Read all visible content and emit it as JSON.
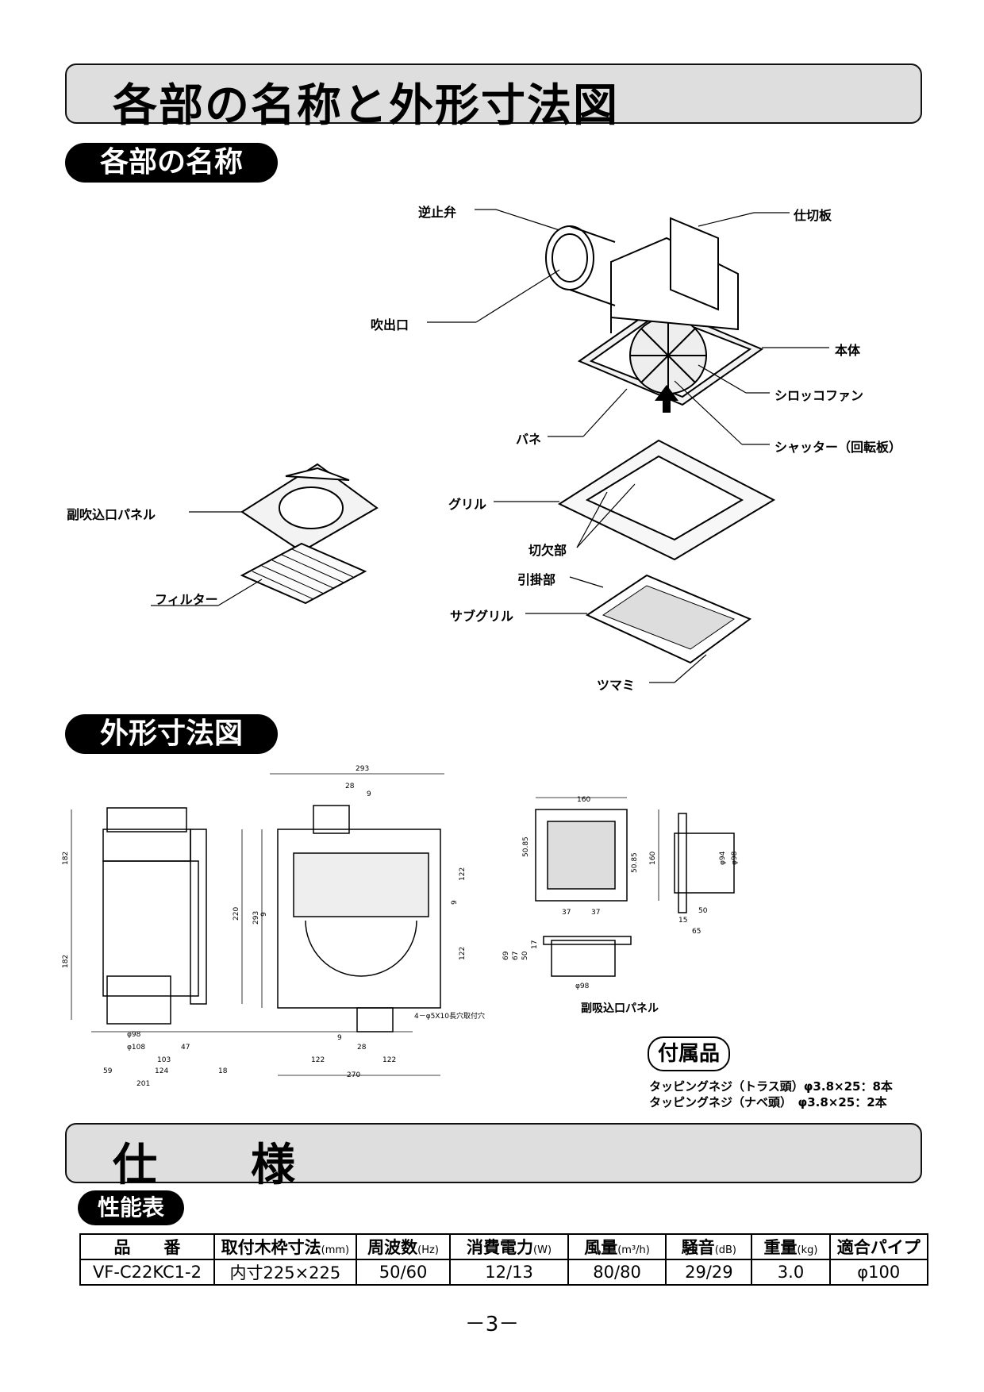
{
  "page": {
    "title": "各部の名称と外形寸法図",
    "section_parts": "各部の名称",
    "section_dims": "外形寸法図",
    "spec_title": "仕　　様",
    "perf_title": "性能表",
    "page_number": "－3－"
  },
  "parts": {
    "check_valve": "逆止弁",
    "partition": "仕切板",
    "outlet": "吹出口",
    "body": "本体",
    "sirocco_fan": "シロッコファン",
    "shutter": "シャッター（回転板）",
    "spring": "バネ",
    "sub_inlet_panel": "副吹込口パネル",
    "grille": "グリル",
    "filter": "フィルター",
    "notch": "切欠部",
    "hook": "引掛部",
    "sub_grille": "サブグリル",
    "knob": "ツマミ"
  },
  "dims": {
    "d293": "293",
    "d28": "28",
    "d9": "9",
    "d182a": "182",
    "d182b": "182",
    "d220": "220",
    "d293v": "293",
    "d122a": "122",
    "d122b": "122",
    "d9b": "9",
    "d9c": "9",
    "phi98": "φ98",
    "phi108": "φ108",
    "d47": "47",
    "d103": "103",
    "d59": "59",
    "d124": "124",
    "d18": "18",
    "d201": "201",
    "d9d": "9",
    "d28b": "28",
    "d122c": "122",
    "d122d": "122",
    "d270": "270",
    "hole_note": "4－φ5X10長穴取付穴",
    "d160": "160",
    "d160v": "160",
    "d5085a": "50.85",
    "d5085b": "50.85",
    "d37a": "37",
    "d37b": "37",
    "phi94": "φ94",
    "phi98b": "φ98",
    "d50": "50",
    "d15": "15",
    "d65": "65",
    "d69": "69",
    "d67": "67",
    "d50b": "50",
    "d17": "17",
    "phi98c": "φ98",
    "sub_panel_caption": "副吸込口パネル"
  },
  "accessories": {
    "title": "付属品",
    "line1": "タッピングネジ（トラス頭）φ3.8×25：8本",
    "line2": "タッピングネジ（ナベ頭）　φ3.8×25：2本"
  },
  "spec_table": {
    "headers": [
      {
        "label": "品　　番",
        "unit": ""
      },
      {
        "label": "取付木枠寸法",
        "unit": "(mm)"
      },
      {
        "label": "周波数",
        "unit": "(Hz)"
      },
      {
        "label": "消費電力",
        "unit": "(W)"
      },
      {
        "label": "風量",
        "unit": "(m³/h)"
      },
      {
        "label": "騒音",
        "unit": "(dB)"
      },
      {
        "label": "重量",
        "unit": "(kg)"
      },
      {
        "label": "適合パイプ",
        "unit": ""
      }
    ],
    "row": [
      "VF-C22KC1-2",
      "内寸225×225",
      "50/60",
      "12/13",
      "80/80",
      "29/29",
      "3.0",
      "φ100"
    ]
  }
}
